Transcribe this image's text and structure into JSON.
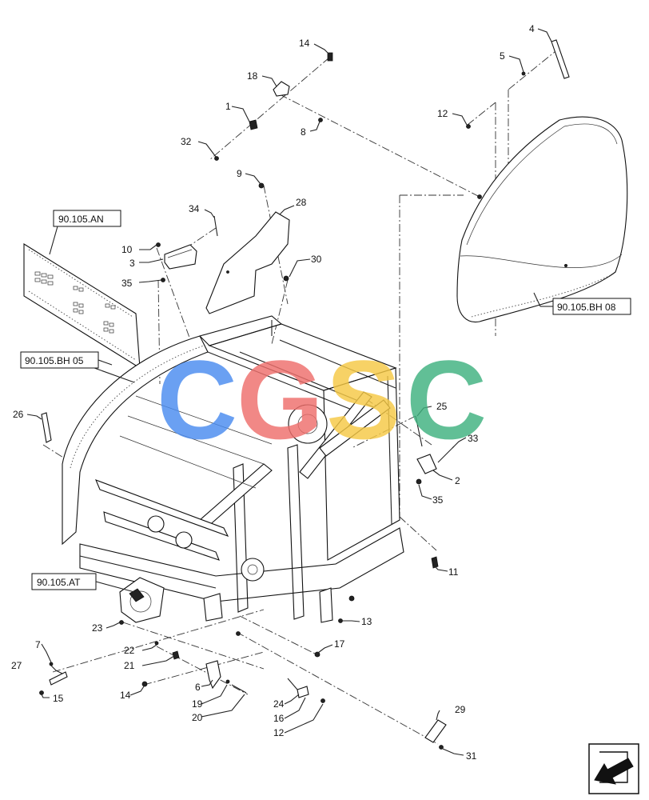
{
  "ref_boxes": {
    "an": "90.105.AN",
    "bh05": "90.105.BH 05",
    "bh08": "90.105.BH 08",
    "at": "90.105.AT"
  },
  "callouts": {
    "c1": "1",
    "c2": "2",
    "c3": "3",
    "c4": "4",
    "c5": "5",
    "c6": "6",
    "c7": "7",
    "c8": "8",
    "c9": "9",
    "c10": "10",
    "c11": "11",
    "c12a": "12",
    "c12b": "12",
    "c13": "13",
    "c14a": "14",
    "c14b": "14",
    "c15": "15",
    "c16": "16",
    "c17": "17",
    "c18": "18",
    "c19": "19",
    "c20": "20",
    "c21": "21",
    "c22": "22",
    "c23": "23",
    "c24": "24",
    "c25": "25",
    "c26": "26",
    "c27": "27",
    "c28": "28",
    "c29": "29",
    "c30": "30",
    "c31": "31",
    "c32": "32",
    "c33": "33",
    "c34": "34",
    "c35a": "35",
    "c35b": "35"
  },
  "watermark": {
    "letters": [
      "C",
      "G",
      "S",
      "C"
    ],
    "colors": [
      "#4a8cf0",
      "#ef6f6c",
      "#f6c945",
      "#3fb27f"
    ]
  },
  "icons": {
    "nav": "back-arrow-icon"
  }
}
